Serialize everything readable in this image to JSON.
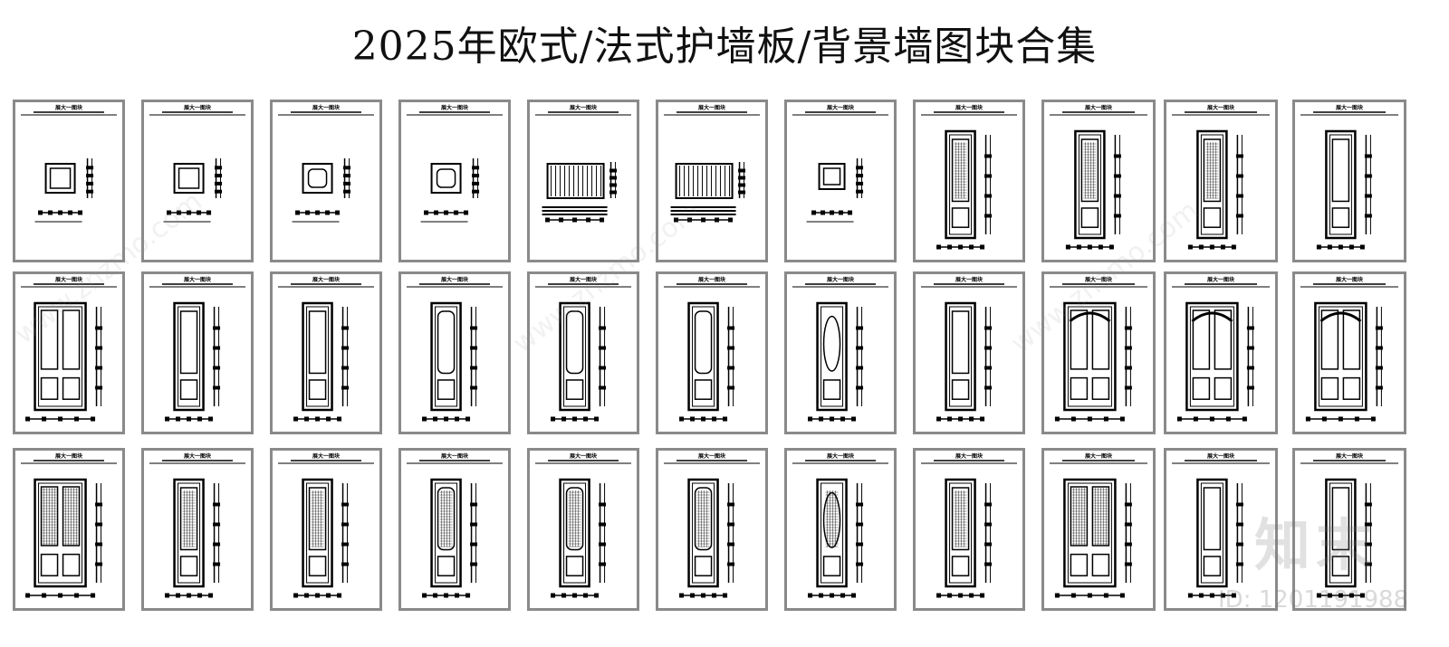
{
  "title": "2025年欧式/法式护墙板/背景墙图块合集",
  "sheet_label": "展大一图块",
  "watermark": {
    "logo": "知末",
    "id": "ID: 1201191988",
    "site": "www.znzmo.com"
  },
  "colors": {
    "frame": "#8a8a8a",
    "ink": "#000000"
  },
  "sheets": [
    {
      "type": "square"
    },
    {
      "type": "square"
    },
    {
      "type": "square-round"
    },
    {
      "type": "square-round"
    },
    {
      "type": "grille"
    },
    {
      "type": "grille"
    },
    {
      "type": "square-small"
    },
    {
      "type": "door-mesh"
    },
    {
      "type": "door-mesh"
    },
    {
      "type": "door-ornate-mesh"
    },
    {
      "type": "door-ornate"
    },
    {
      "type": "double-door"
    },
    {
      "type": "door"
    },
    {
      "type": "door"
    },
    {
      "type": "door-round"
    },
    {
      "type": "door-round"
    },
    {
      "type": "door-arch"
    },
    {
      "type": "door-oval"
    },
    {
      "type": "door-narrow"
    },
    {
      "type": "cabinet-carved"
    },
    {
      "type": "frame-carved"
    },
    {
      "type": "frame-carved-wide"
    },
    {
      "type": "double-door-mesh"
    },
    {
      "type": "door-mesh"
    },
    {
      "type": "door-mesh"
    },
    {
      "type": "door-round-mesh"
    },
    {
      "type": "door-round-mesh"
    },
    {
      "type": "door-arch-mesh"
    },
    {
      "type": "door-oval-mesh"
    },
    {
      "type": "door-narrow-mesh"
    },
    {
      "type": "cabinet-mesh"
    },
    {
      "type": "door-plain"
    },
    {
      "type": "door-plain"
    }
  ]
}
